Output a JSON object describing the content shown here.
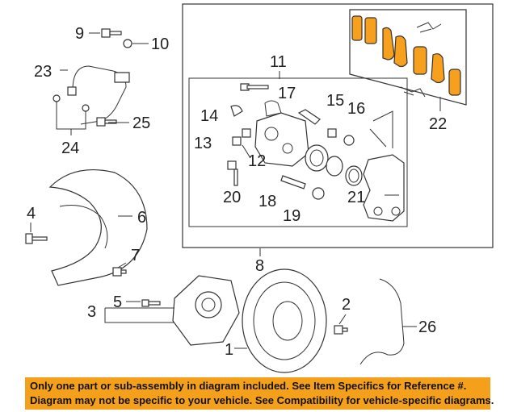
{
  "callouts": {
    "c1": "1",
    "c2": "2",
    "c3": "3",
    "c4": "4",
    "c5": "5",
    "c6": "6",
    "c7": "7",
    "c8": "8",
    "c9": "9",
    "c10": "10",
    "c11": "11",
    "c12": "12",
    "c13": "13",
    "c14": "14",
    "c15": "15",
    "c16": "16",
    "c17": "17",
    "c18": "18",
    "c19": "19",
    "c20": "20",
    "c21": "21",
    "c22": "22",
    "c23": "23",
    "c24": "24",
    "c25": "25",
    "c26": "26"
  },
  "disclaimer": {
    "line1": "Only one part or sub-assembly in diagram included. See Item Specifics for Reference #.",
    "line2": "Diagram may not be specific to your vehicle. See Compatibility for vehicle-specific diagrams."
  },
  "colors": {
    "highlight": "#f5a01a",
    "pad": "#f6a01d",
    "line": "#333333"
  }
}
